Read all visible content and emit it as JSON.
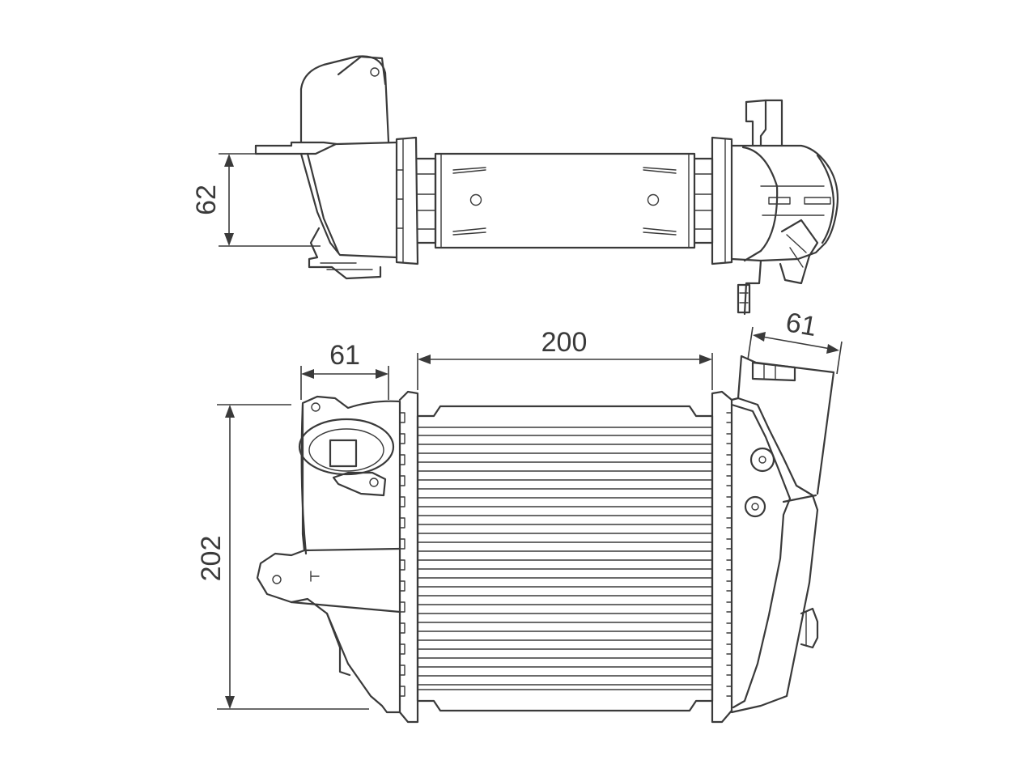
{
  "dimensions": {
    "top_height": "62",
    "front_height": "202",
    "core_width": "200",
    "left_tank_width": "61",
    "right_tank_width": "61"
  }
}
